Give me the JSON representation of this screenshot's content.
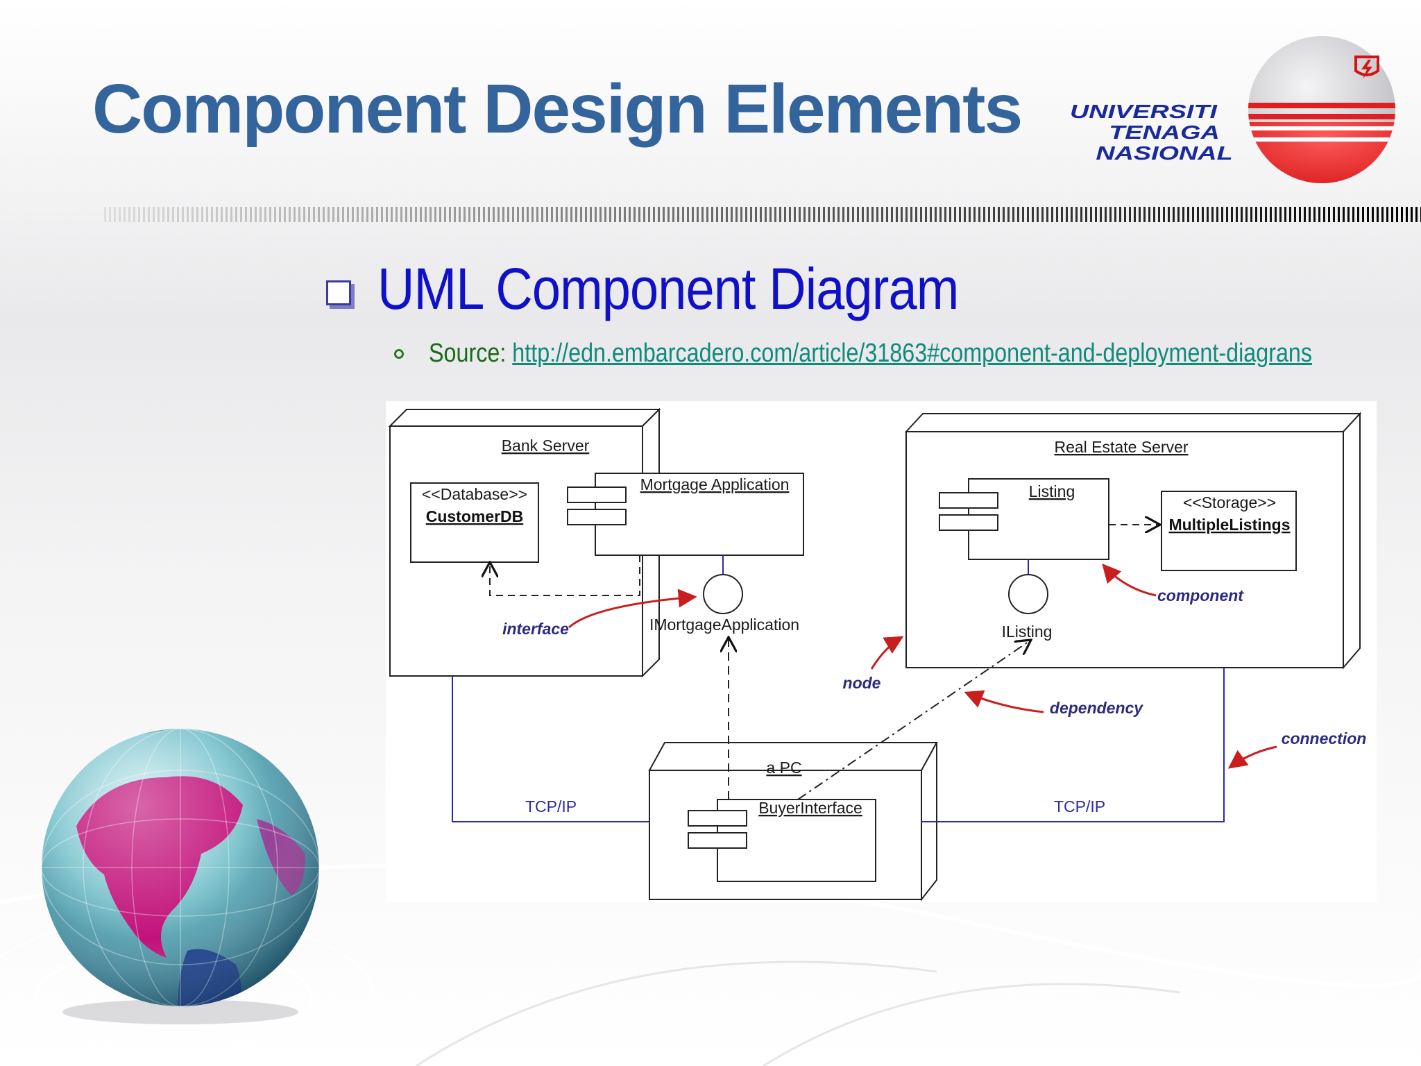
{
  "slide": {
    "title": "Component Design Elements",
    "logo": {
      "lines": [
        "UNIVERSITI",
        "TENAGA",
        "NASIONAL"
      ],
      "colors": {
        "text": "#1a2a9a",
        "red": "#e02020",
        "grey": "#cfcfd2"
      }
    },
    "bullet": "UML Component Diagram",
    "sub_bullet": {
      "label": "Source:",
      "link": "http://edn.embarcadero.com/article/31863#component-and-deployment-diagrans"
    },
    "colors": {
      "title": "#34649c",
      "bullet_text": "#1010c8",
      "source_label": "#1a6a1a",
      "link": "#118a7a",
      "connection_line": "#2a2aa8",
      "annotation_arrow": "#c81e1e"
    }
  },
  "diagram": {
    "nodes": {
      "bank_server": "Bank Server",
      "real_estate_server": "Real Estate Server",
      "pc": "a PC"
    },
    "components": {
      "customer_db": {
        "stereotype": "<<Database>>",
        "name": "CustomerDB"
      },
      "mortgage_app": "Mortgage Application",
      "listing": "Listing",
      "multiple_listings": {
        "stereotype": "<<Storage>>",
        "name": "MultipleListings"
      },
      "buyer_interface": "BuyerInterface"
    },
    "interfaces": {
      "imortgage": "IMortgageApplication",
      "ilisting": "IListing"
    },
    "connections": {
      "left": "TCP/IP",
      "right": "TCP/IP"
    },
    "annotations": {
      "interface": "interface",
      "component": "component",
      "node": "node",
      "dependency": "dependency",
      "connection": "connection"
    }
  }
}
